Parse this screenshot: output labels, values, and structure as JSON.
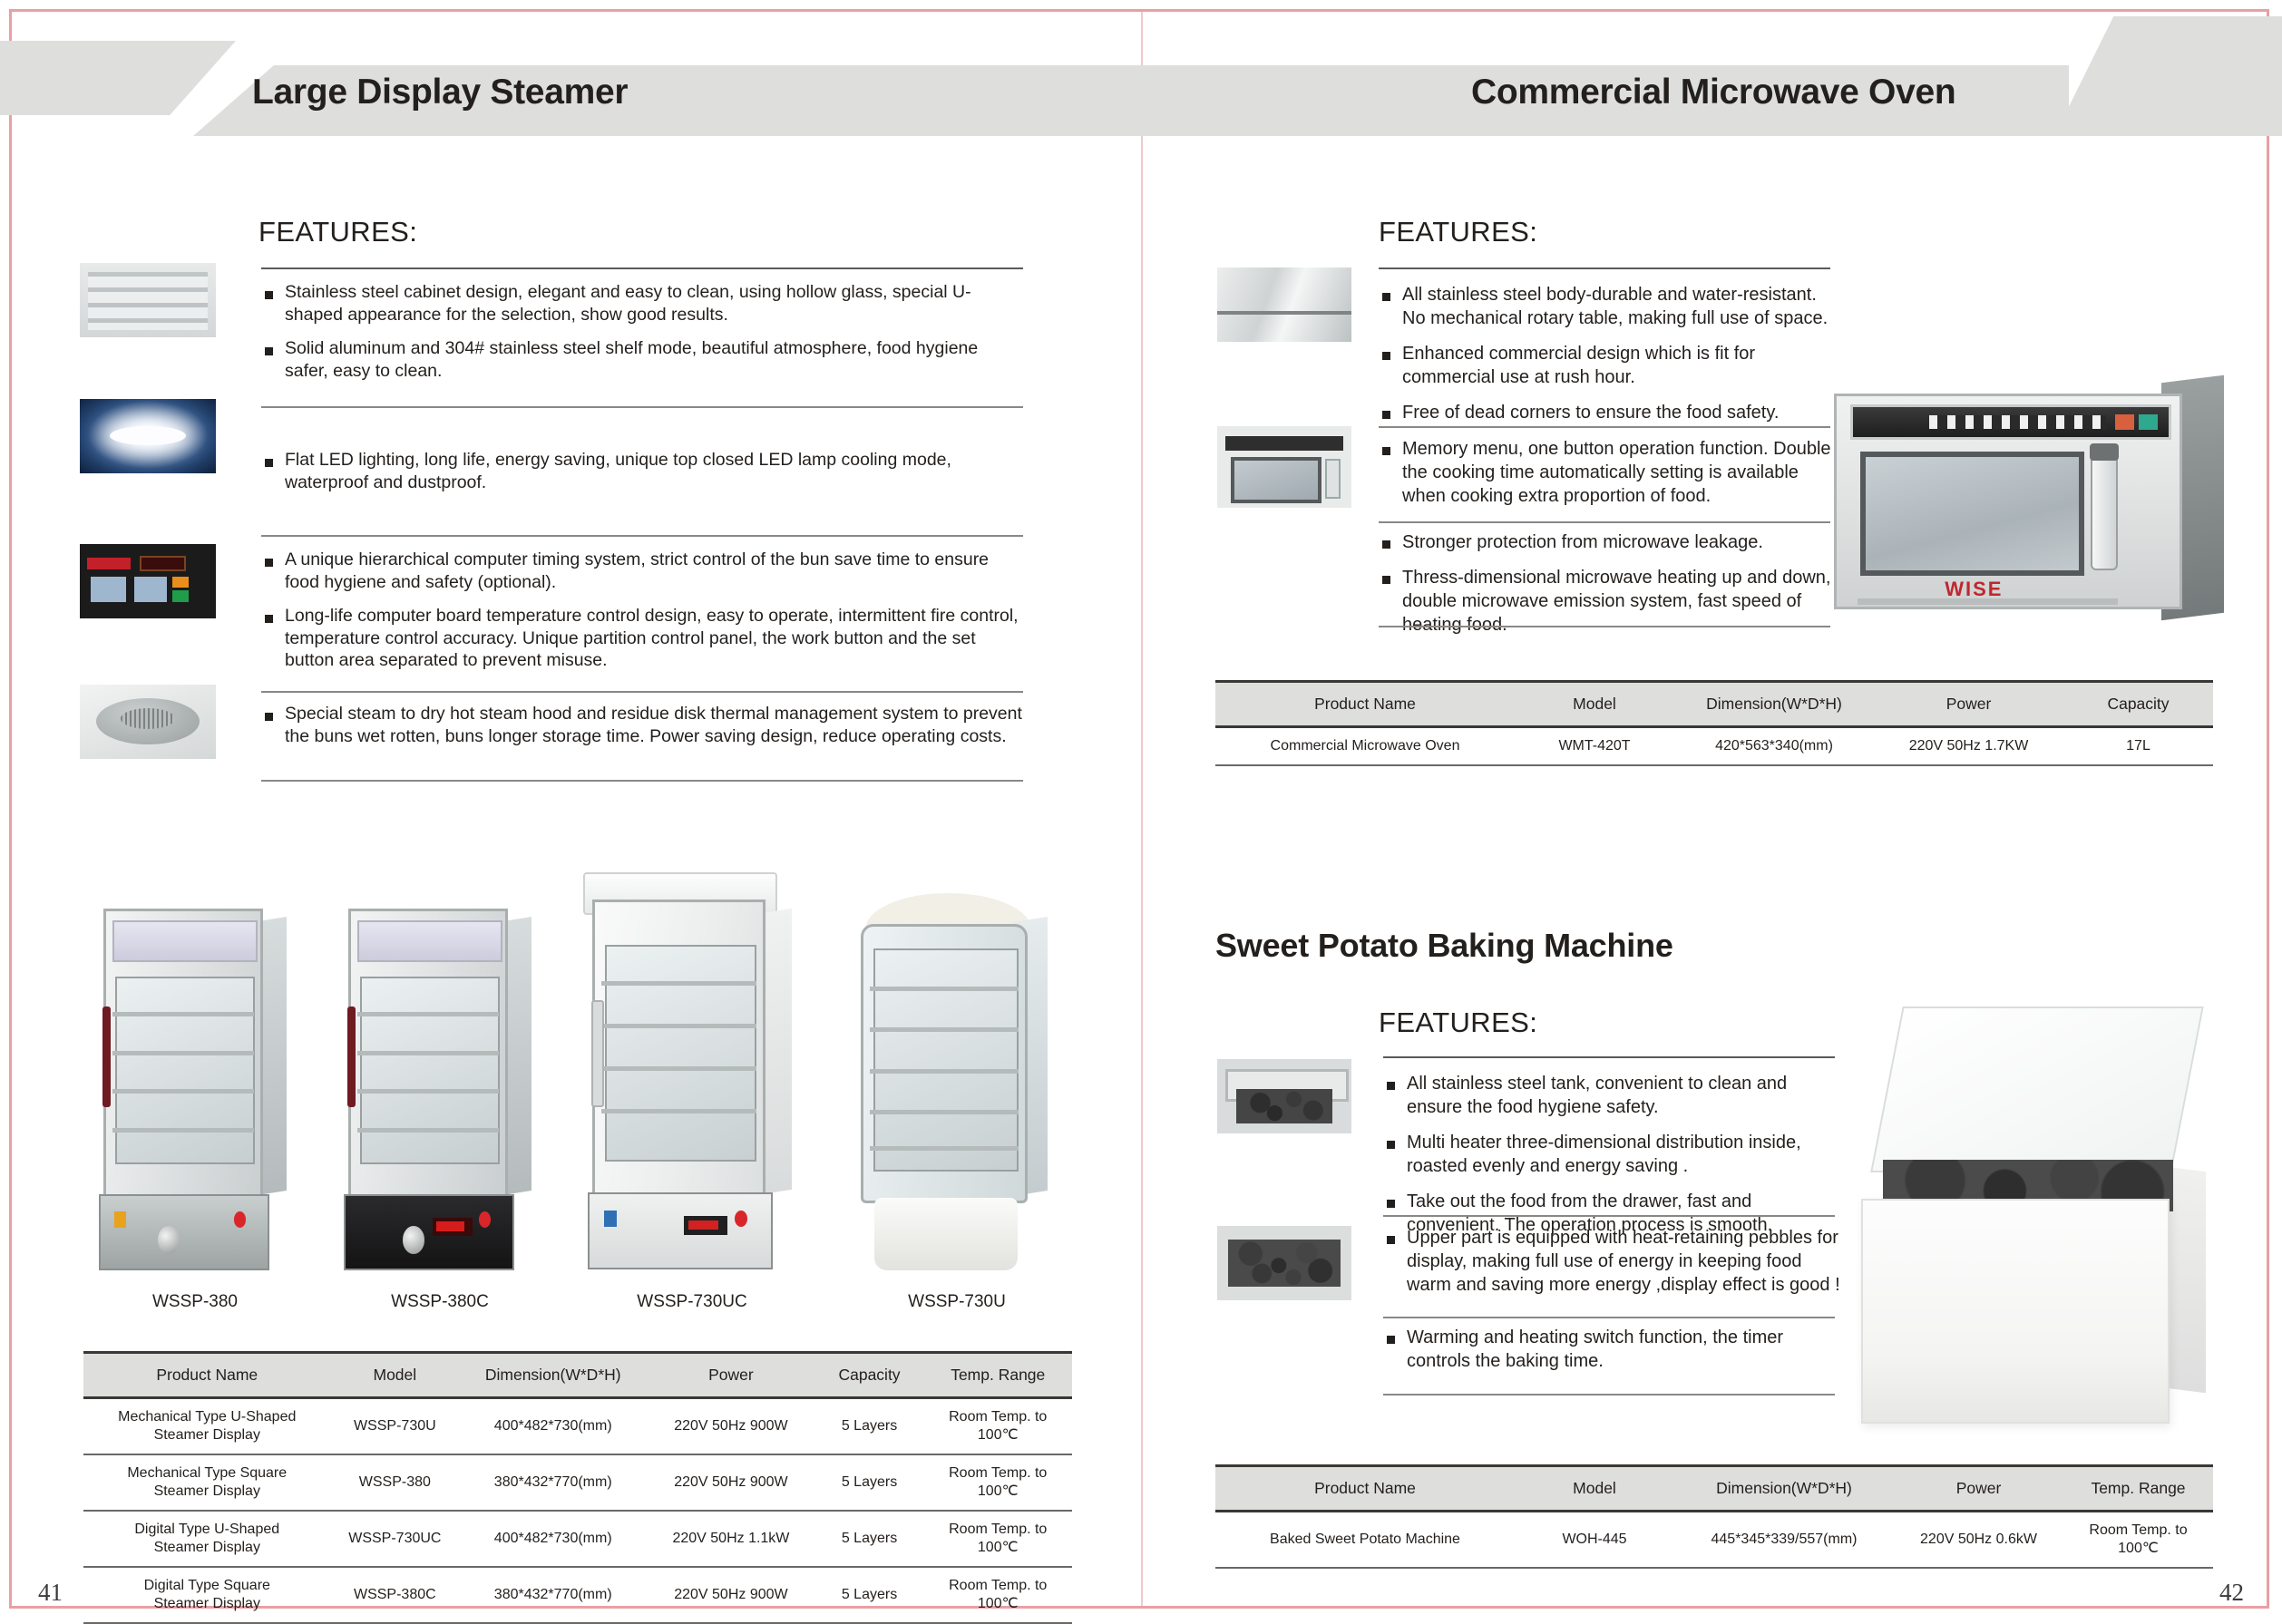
{
  "headers": {
    "left_title": "Large Display Steamer",
    "right_title": "Commercial Microwave Oven"
  },
  "features_label": "FEATURES:",
  "left_page": {
    "page_number": "41",
    "features": [
      "Stainless steel cabinet design, elegant and easy to clean, using hollow glass, special U-shaped appearance for the selection, show good results.",
      "Solid aluminum and 304# stainless steel shelf mode, beautiful atmosphere, food hygiene safer, easy to clean.",
      "Flat LED lighting, long life, energy saving, unique top closed LED lamp cooling mode, waterproof and dustproof.",
      "A unique hierarchical computer timing system, strict control of the bun save time to ensure food hygiene and safety (optional).",
      "Long-life computer board temperature control design, easy to operate, intermittent fire control, temperature control accuracy. Unique partition control panel, the work button and the set button area separated to prevent misuse.",
      "Special steam to dry hot steam hood and residue disk thermal management system to prevent the buns wet rotten, buns longer storage time. Power saving design, reduce operating costs."
    ],
    "thumbnails": [
      "steamer-shelves-thumbnail",
      "led-lamp-thumbnail",
      "digital-control-panel-thumbnail",
      "steam-disk-thumbnail"
    ],
    "product_photos": [
      {
        "caption": "WSSP-380"
      },
      {
        "caption": "WSSP-380C"
      },
      {
        "caption": "WSSP-730UC"
      },
      {
        "caption": "WSSP-730U"
      }
    ],
    "table": {
      "columns": [
        "Product Name",
        "Model",
        "Dimension(W*D*H)",
        "Power",
        "Capacity",
        "Temp. Range"
      ],
      "rows": [
        [
          "Mechanical Type U-Shaped\nSteamer Display",
          "WSSP-730U",
          "400*482*730(mm)",
          "220V  50Hz  900W",
          "5 Layers",
          "Room Temp.  to  100℃"
        ],
        [
          "Mechanical Type Square\nSteamer Display",
          "WSSP-380",
          "380*432*770(mm)",
          "220V  50Hz  900W",
          "5 Layers",
          "Room Temp.  to  100℃"
        ],
        [
          "Digital Type U-Shaped\nSteamer Display",
          "WSSP-730UC",
          "400*482*730(mm)",
          "220V  50Hz  1.1kW",
          "5 Layers",
          "Room Temp. to 100℃"
        ],
        [
          "Digital Type Square\nSteamer Display",
          "WSSP-380C",
          "380*432*770(mm)",
          "220V  50Hz  900W",
          "5 Layers",
          "Room Temp. to 100℃"
        ]
      ]
    }
  },
  "right_page": {
    "page_number": "42",
    "microwave": {
      "features": [
        "All stainless steel body-durable and water-resistant. No mechanical rotary table, making full use of space.",
        "Enhanced commercial design which is fit for commercial use at rush hour.",
        "Free of dead corners to ensure the food safety.",
        "Memory menu, one button operation function. Double the cooking time automatically setting is available when cooking extra proportion of food.",
        "Stronger protection from microwave leakage.",
        "Thress-dimensional microwave heating up and down, double microwave emission system, fast speed of heating food."
      ],
      "thumbnails": [
        "stainless-interior-thumbnail",
        "microwave-front-thumbnail"
      ],
      "product_brand": "WISE",
      "keypad_digits": "1 2 3 4 5 6 7 8 9 0",
      "table": {
        "columns": [
          "Product Name",
          "Model",
          "Dimension(W*D*H)",
          "Power",
          "Capacity"
        ],
        "rows": [
          [
            "Commercial Microwave Oven",
            "WMT-420T",
            "420*563*340(mm)",
            "220V  50Hz 1.7KW",
            "17L"
          ]
        ]
      }
    },
    "sweet_potato": {
      "title": "Sweet Potato Baking Machine",
      "features": [
        "All stainless steel tank, convenient to clean and ensure the food hygiene safety.",
        "Multi heater three-dimensional distribution inside, roasted evenly and energy saving .",
        "Take out the food from the drawer, fast and convenient. The operation process is smooth.",
        "Upper part is equipped with heat-retaining pebbles for display, making full use of energy in keeping food warm and saving more energy ,display effect is good !",
        "Warming and heating switch function, the timer controls the baking time."
      ],
      "thumbnails": [
        "baking-drawer-thumbnail",
        "heat-pebbles-thumbnail"
      ],
      "table": {
        "columns": [
          "Product Name",
          "Model",
          "Dimension(W*D*H)",
          "Power",
          "Temp. Range"
        ],
        "rows": [
          [
            "Baked Sweet Potato Machine",
            "WOH-445",
            "445*345*339/557(mm)",
            "220V  50Hz 0.6kW",
            "Room Temp.  to  100℃"
          ]
        ]
      }
    }
  },
  "colors": {
    "band": "#dededd",
    "frame": "#e8a0a4",
    "text": "#231f1c",
    "brand_red": "#c0272d"
  }
}
